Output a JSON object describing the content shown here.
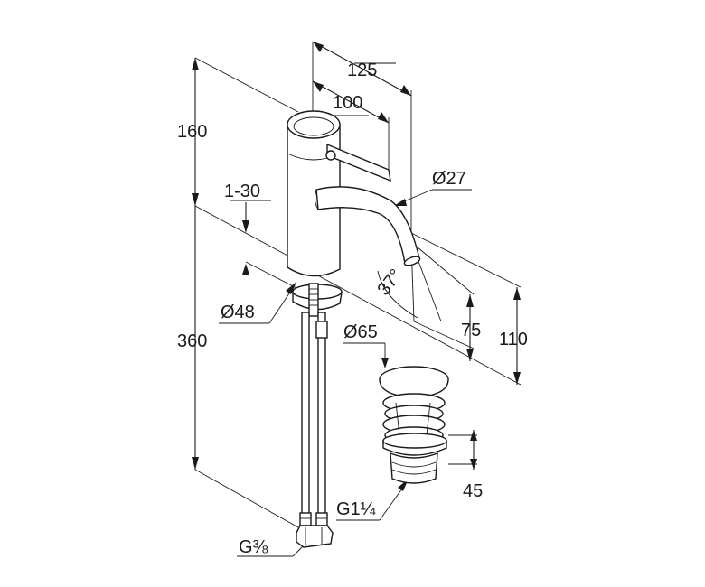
{
  "dimensions": {
    "height_total": "160",
    "height_body": "360",
    "adjustable": "1-30",
    "reach_outer": "125",
    "reach_inner": "100",
    "spout_diameter": "Ø27",
    "base_diameter": "Ø48",
    "spout_angle": "37°",
    "spout_height_low": "75",
    "spout_height_high": "110",
    "drain_diameter": "Ø65",
    "drain_height": "45",
    "drain_thread": "G1¼",
    "supply_thread": "G⅜"
  }
}
